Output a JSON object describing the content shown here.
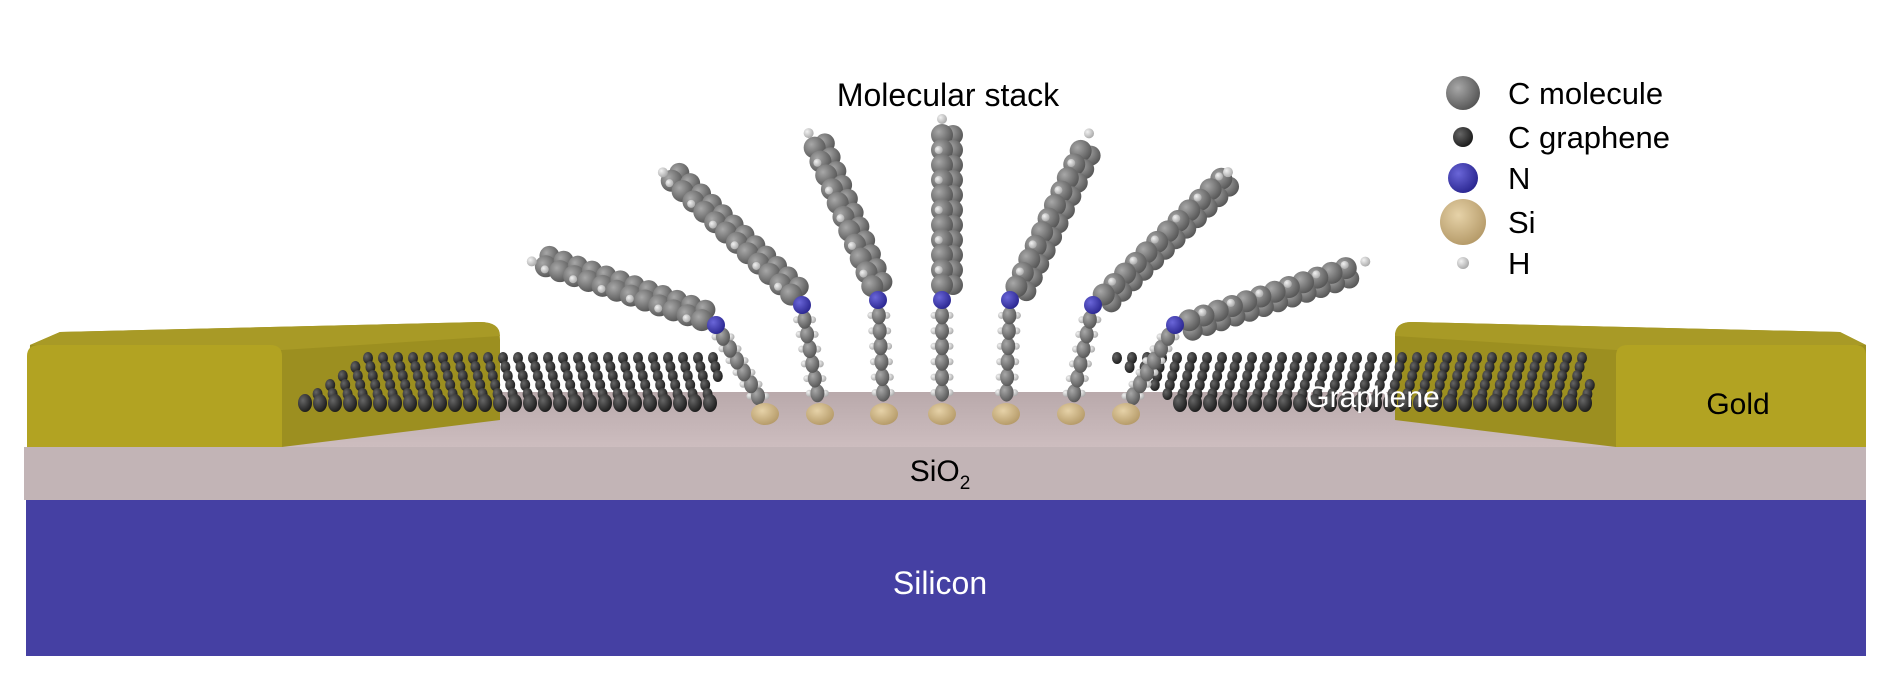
{
  "title": "Molecular stack",
  "labels": {
    "graphene": "Graphene",
    "gold": "Gold",
    "sio2_main": "SiO",
    "sio2_sub": "2",
    "silicon": "Silicon"
  },
  "legend": [
    {
      "label": "C molecule",
      "color": "#7a7a7a"
    },
    {
      "label": "C graphene",
      "color": "#2e2e2e"
    },
    {
      "label": "N",
      "color": "#3a36b0"
    },
    {
      "label": "Si",
      "color": "#c9b083"
    },
    {
      "label": "H",
      "color": "#c8c8c8"
    }
  ],
  "colors": {
    "silicon": "#4540a3",
    "sio2": "#c2b4b6",
    "surface": "#cdbdbf",
    "gold": "#b0a021",
    "gold_top": "#a39424"
  }
}
